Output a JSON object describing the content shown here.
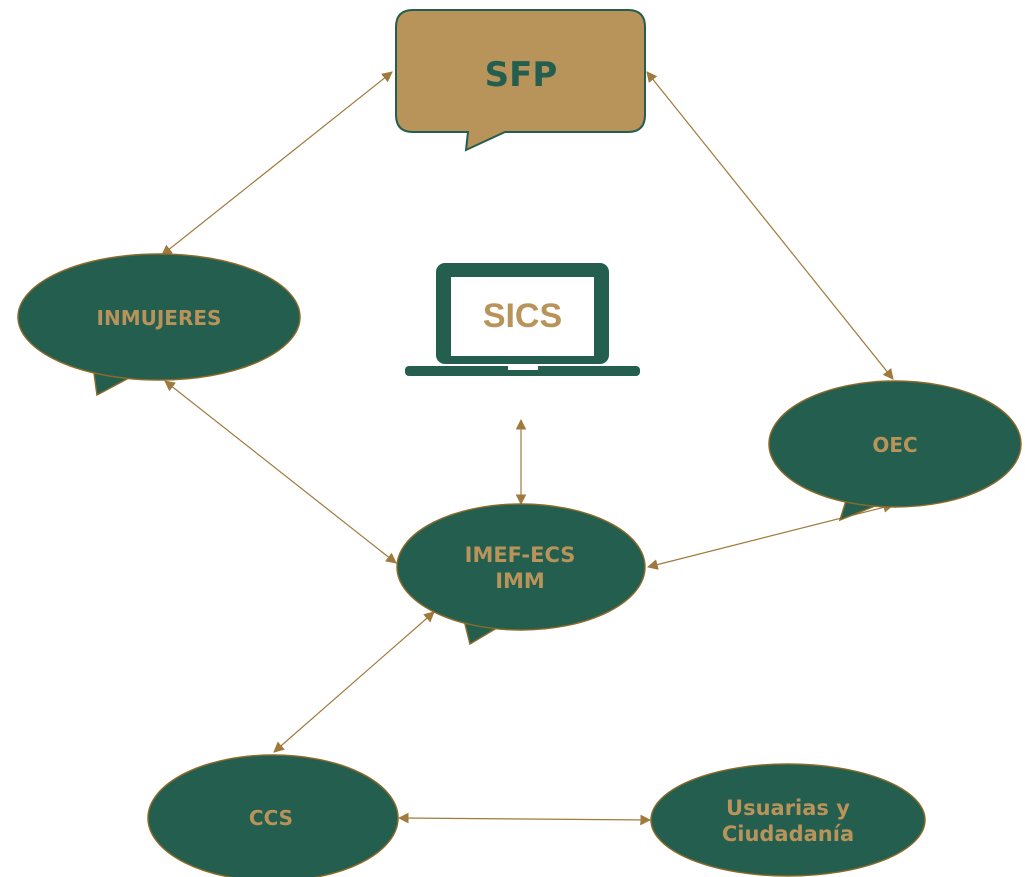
{
  "colors": {
    "primary_green": "#235e4f",
    "gold": "#b8935a",
    "outline": "#8a6a2a",
    "white": "#ffffff"
  },
  "nodes": {
    "sfp": "SFP",
    "inmujeres": "INMUJERES",
    "sics": "SICS",
    "oec": "OEC",
    "imef": "IMEF-ECS\nIMM",
    "ccs": "CCS",
    "usuarias": "Usuarias y\nCiudadanía"
  },
  "icons": {
    "sics": "laptop-icon"
  }
}
